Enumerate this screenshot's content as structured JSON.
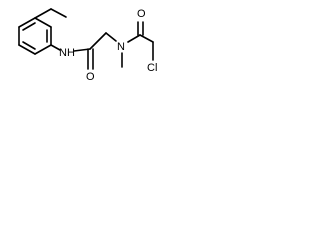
{
  "structure": {
    "atoms": {
      "nh": "NH",
      "n": "N",
      "o_amide": "O",
      "o_acyl": "O",
      "cl": "Cl"
    }
  }
}
